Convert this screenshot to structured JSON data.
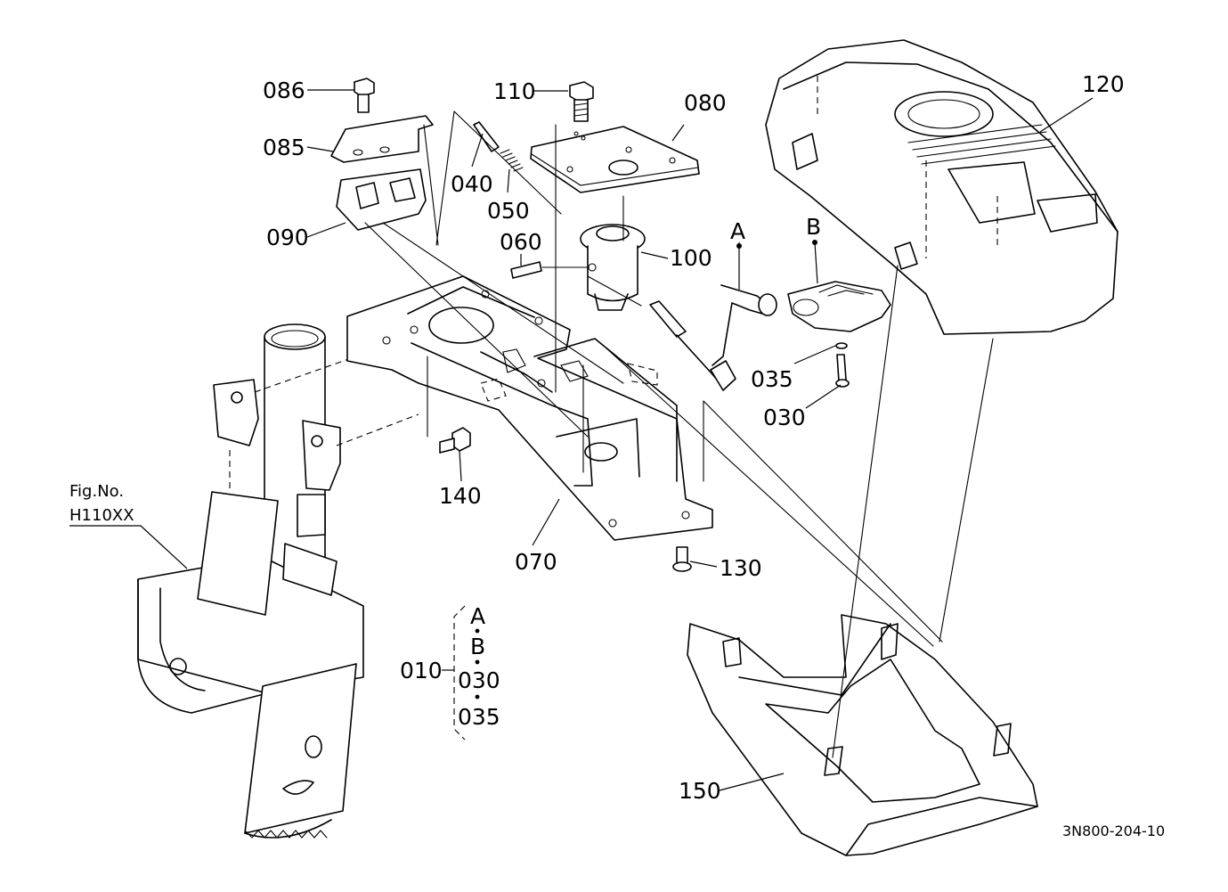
{
  "callouts": {
    "p086": "086",
    "p085": "085",
    "p090": "090",
    "p110": "110",
    "p080": "080",
    "p040": "040",
    "p050": "050",
    "p060": "060",
    "p100": "100",
    "p120": "120",
    "p035": "035",
    "p030": "030",
    "p140": "140",
    "p070": "070",
    "p130": "130",
    "p150": "150",
    "markA": "A",
    "markB": "B"
  },
  "assembly": {
    "number": "010",
    "members": [
      "A",
      "B",
      "030",
      "035"
    ]
  },
  "figure_ref": {
    "label": "Fig.No.",
    "number": "H110XX"
  },
  "drawing_code": "3N800-204-10"
}
